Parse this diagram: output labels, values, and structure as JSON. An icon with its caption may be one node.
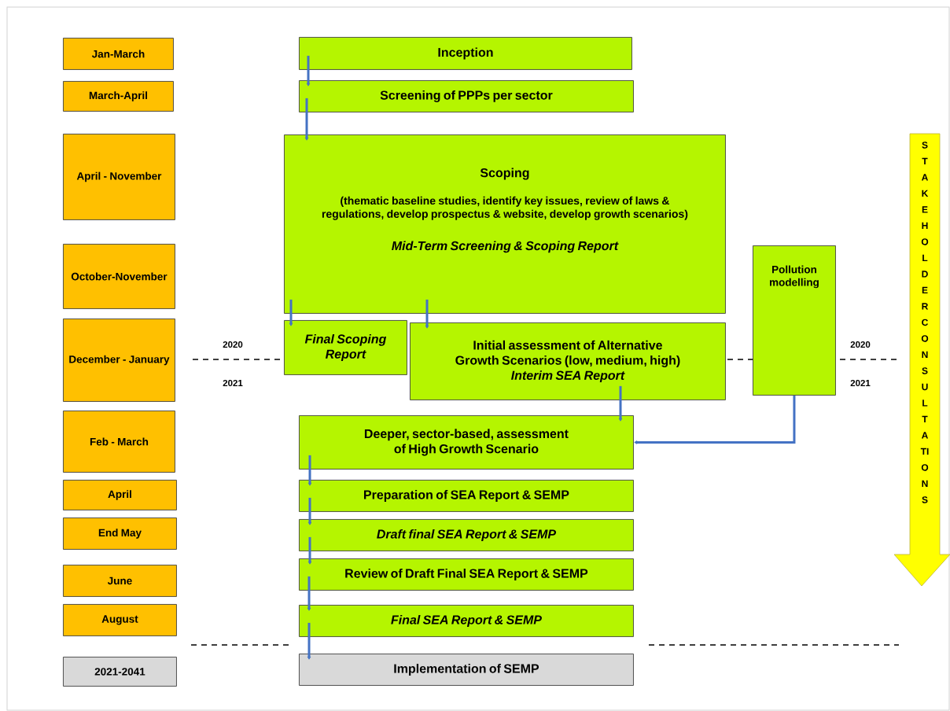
{
  "diagram": {
    "nodes": [
      {
        "text": [
          "Jan-March"
        ]
      },
      {
        "text": [
          "March-April"
        ]
      },
      {
        "text": [
          "April - November"
        ]
      },
      {
        "text": [
          "October-November"
        ]
      },
      {
        "text": [
          "December - January"
        ]
      },
      {
        "text": [
          "Feb - March"
        ]
      },
      {
        "text": [
          "April"
        ]
      },
      {
        "text": [
          "End May"
        ]
      },
      {
        "text": [
          "June"
        ]
      },
      {
        "text": [
          "August"
        ]
      },
      {
        "text": [
          "2021-2041"
        ]
      },
      {
        "text": [
          "Inception"
        ]
      },
      {
        "text": [
          "Screening of PPPs per sector"
        ]
      },
      {
        "text": [
          "Scoping",
          "(thematic baseline studies, identify key issues, review of laws & regulations, develop prospectus & website, develop growth scenarios)",
          "Mid-Term Screening & Scoping Report"
        ]
      },
      {
        "text": [
          "Final Scoping Report"
        ]
      },
      {
        "text": [
          "Initial assessment of Alternative Growth Scenarios (low, medium, high)",
          "Interim SEA Report"
        ]
      },
      {
        "text": [
          "Pollution modelling"
        ]
      },
      {
        "text": [
          "Deeper, sector-based, assessment of High Growth Scenario"
        ]
      },
      {
        "text": [
          "Preparation of SEA Report & SEMP"
        ]
      },
      {
        "text": [
          "Draft final SEA Report & SEMP"
        ]
      },
      {
        "text": [
          "Review of Draft Final SEA Report & SEMP"
        ]
      },
      {
        "text": [
          "Final SEA Report & SEMP"
        ]
      },
      {
        "text": [
          "Implementation of SEMP"
        ]
      },
      {
        "text": [
          "STAKEHOLDER CONSULTATIONS"
        ]
      }
    ],
    "edges": [
      {
        "from": 11,
        "to": 12,
        "arrow": "to"
      },
      {
        "from": 12,
        "to": 13,
        "arrow": "to"
      },
      {
        "from": 13,
        "to": 14,
        "arrow": "to"
      },
      {
        "from": 13,
        "to": 15,
        "arrow": "to"
      },
      {
        "from": 15,
        "to": 17,
        "arrow": "to"
      },
      {
        "from": 16,
        "to": 17,
        "arrow": "to"
      },
      {
        "from": 17,
        "to": 18,
        "arrow": "to"
      },
      {
        "from": 18,
        "to": 19,
        "arrow": "to"
      },
      {
        "from": 19,
        "to": 20,
        "arrow": "to"
      },
      {
        "from": 20,
        "to": 21,
        "arrow": "to"
      },
      {
        "from": 21,
        "to": 22,
        "arrow": "to"
      }
    ],
    "labels": [
      "2020",
      "2021",
      "2020",
      "2021"
    ]
  }
}
